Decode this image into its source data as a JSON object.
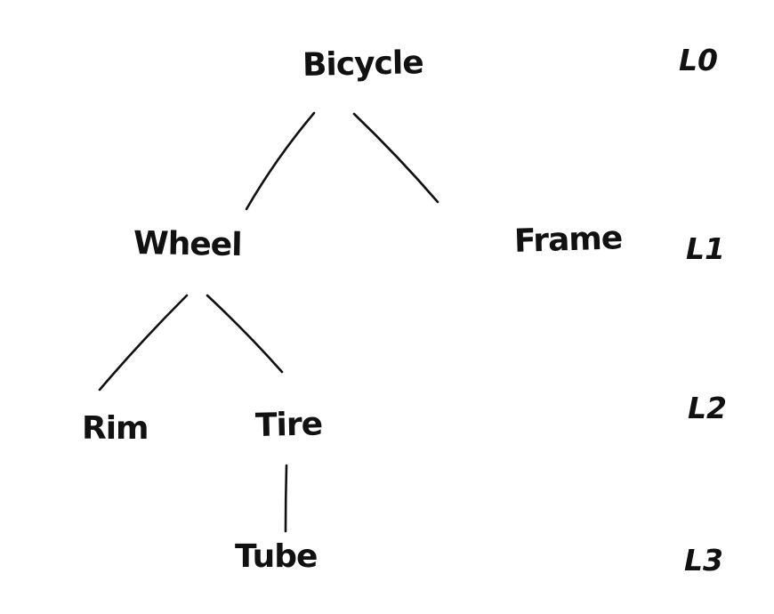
{
  "diagram": {
    "kind": "tree",
    "subject": "Bicycle component hierarchy (hand-drawn sketch)",
    "background_color": "#ffffff",
    "ink_color": "#111111"
  },
  "nodes": {
    "bicycle": {
      "label": "Bicycle",
      "level": "L0"
    },
    "wheel": {
      "label": "Wheel",
      "level": "L1"
    },
    "frame": {
      "label": "Frame",
      "level": "L1"
    },
    "rim": {
      "label": "Rim",
      "level": "L2"
    },
    "tire": {
      "label": "Tire",
      "level": "L2"
    },
    "tube": {
      "label": "Tube",
      "level": "L3"
    }
  },
  "edges": [
    {
      "from": "Bicycle",
      "to": "Wheel"
    },
    {
      "from": "Bicycle",
      "to": "Frame"
    },
    {
      "from": "Wheel",
      "to": "Rim"
    },
    {
      "from": "Wheel",
      "to": "Tire"
    },
    {
      "from": "Tire",
      "to": "Tube"
    }
  ],
  "level_labels": {
    "l0": {
      "label": "L0"
    },
    "l1": {
      "label": "L1"
    },
    "l2": {
      "label": "L2"
    },
    "l3": {
      "label": "L3"
    }
  }
}
